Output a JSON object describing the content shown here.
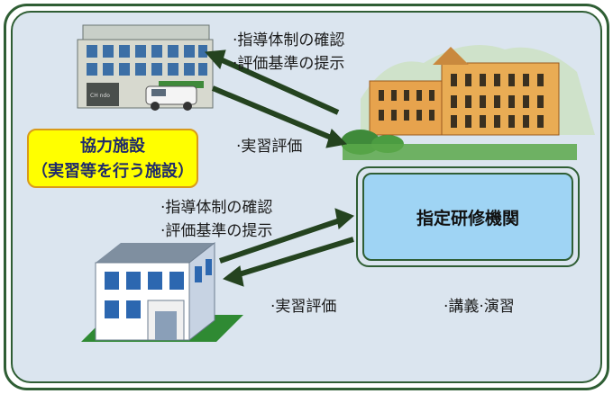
{
  "top_labels": {
    "line1": "·指導体制の確認",
    "line2": "·評価基準の提示",
    "eval": "·実習評価"
  },
  "bottom_labels": {
    "line1": "·指導体制の確認",
    "line2": "·評価基準の提示",
    "eval": "·実習評価"
  },
  "cooperating_facility": {
    "line1": "協力施設",
    "line2": "（実習等を行う施設）"
  },
  "designated_institution": {
    "label": "指定研修機関"
  },
  "lecture": "·講義·演習",
  "top_building_sign": "CH ndo",
  "colors": {
    "frame": "#2f5e34",
    "background": "#dbe5ef",
    "yellow_box": "#ffff00",
    "institution_box": "#9fd4f4",
    "arrow": "#24431f"
  },
  "icons": [
    "hospital-building-icon",
    "ambulance-icon",
    "university-building-icon",
    "facility-building-icon"
  ]
}
